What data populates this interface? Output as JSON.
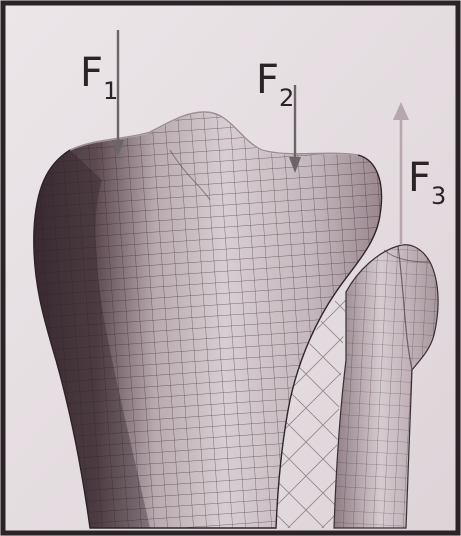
{
  "forces": [
    {
      "id": "F1",
      "main": "F",
      "sub": "1",
      "direction": "down"
    },
    {
      "id": "F2",
      "main": "F",
      "sub": "2",
      "direction": "down"
    },
    {
      "id": "F3",
      "main": "F",
      "sub": "3",
      "direction": "up"
    }
  ],
  "colors": {
    "background": "#e8e2e5",
    "border": "#2b2426",
    "bone_light": "#c9bcc2",
    "bone_mid": "#a59399",
    "bone_dark": "#4a3a40",
    "mesh_line": "#2d2327",
    "force_arrow_down": "#6d6468",
    "force_arrow_up": "#b7a7ad"
  }
}
